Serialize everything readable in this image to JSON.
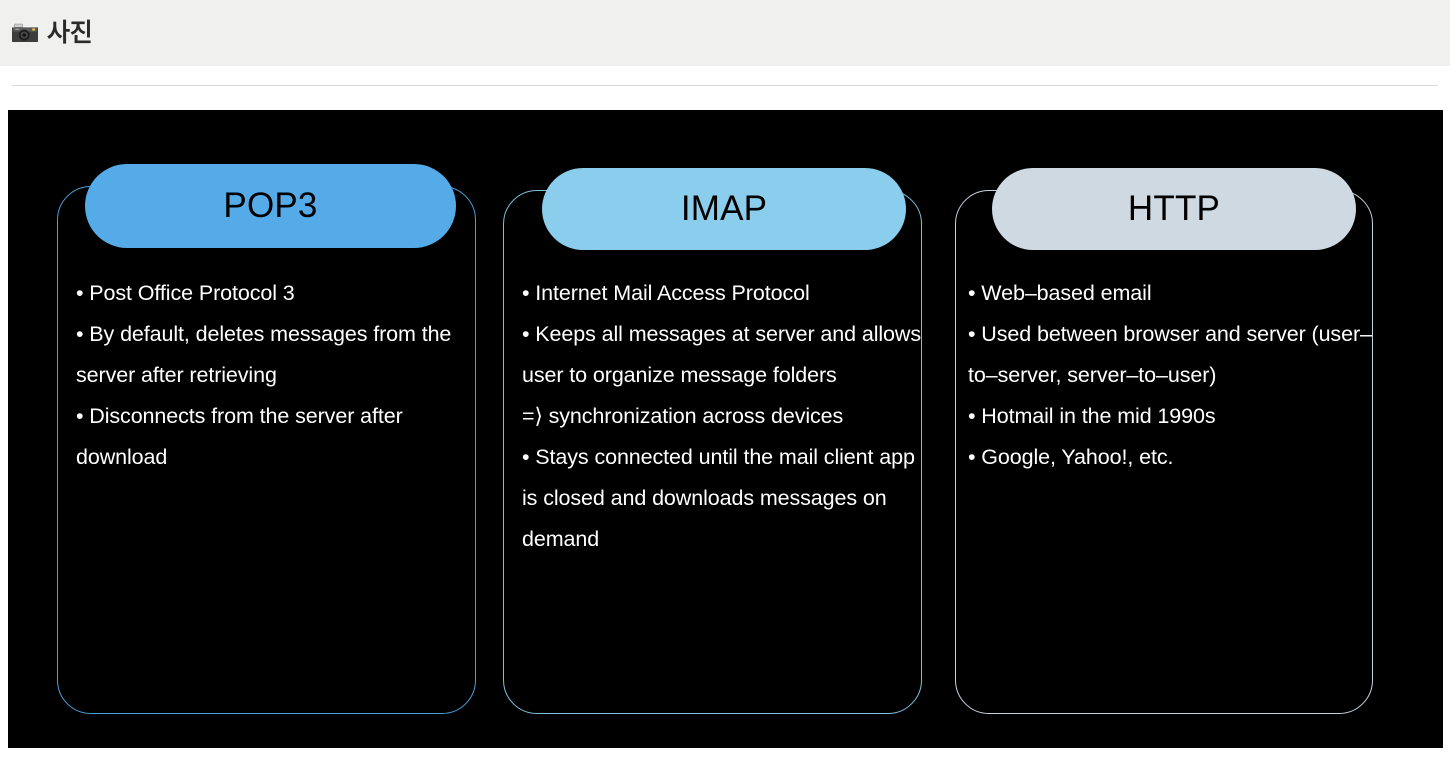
{
  "header": {
    "icon": "camera-icon",
    "title": "사진"
  },
  "slide": {
    "background_color": "#000000",
    "cards": [
      {
        "id": "pop3",
        "title": "POP3",
        "pill_color": "#54abe8",
        "border_color": "#4a9fd8",
        "bullets": [
          "• Post Office Protocol 3",
          "• By default, deletes messages from the server after retrieving",
          "• Disconnects from the server after download"
        ],
        "text": "• Post Office Protocol 3\n• By default, deletes messages from the server after retrieving\n• Disconnects from the server after download"
      },
      {
        "id": "imap",
        "title": "IMAP",
        "pill_color": "#8acdec",
        "border_color": "#7fc0df",
        "bullets": [
          "• Internet Mail Access Protocol",
          "• Keeps all messages at server and allows user to organize message folders",
          "=⟩ synchronization across devices",
          "• Stays connected until the mail client app is closed and downloads messages on demand"
        ],
        "text": "• Internet Mail Access Protocol\n• Keeps all messages at server and allows user to organize message folders\n=⟩ synchronization across devices\n• Stays connected until the mail client app is closed and downloads messages on demand"
      },
      {
        "id": "http",
        "title": "HTTP",
        "pill_color": "#ced9e2",
        "border_color": "#c3d3dd",
        "bullets": [
          "• Web–based email",
          "• Used between browser and server (user–to–server, server–to–user)",
          "• Hotmail in the mid 1990s",
          "• Google, Yahoo!, etc."
        ],
        "text": "• Web–based email\n• Used between browser and server (user–to–server, server–to–user)\n• Hotmail in the mid 1990s\n• Google, Yahoo!, etc."
      }
    ]
  }
}
